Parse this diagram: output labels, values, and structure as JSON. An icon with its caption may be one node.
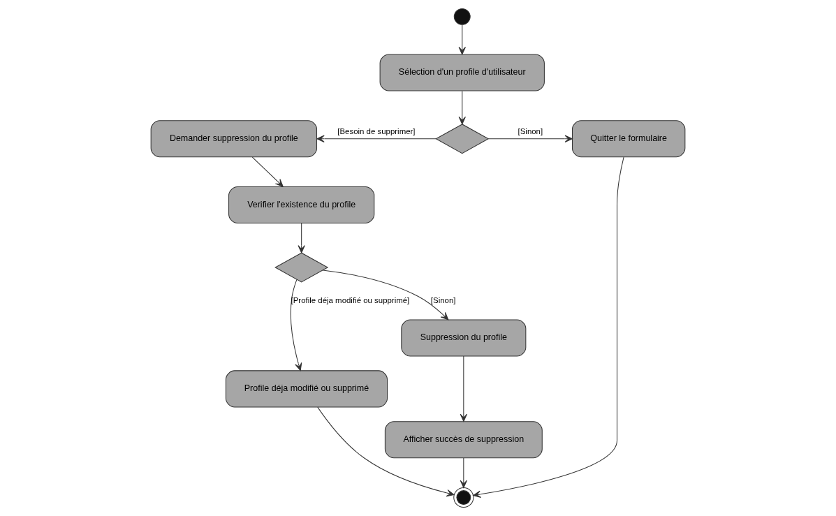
{
  "diagram": {
    "nodes": [
      {
        "text": [],
        "shape": "circle"
      },
      {
        "text": [
          "Sélection d'un profile d'utilisateur"
        ]
      },
      {
        "text": [],
        "shape": "diamond"
      },
      {
        "text": [
          "Demander suppression du profile"
        ]
      },
      {
        "text": [
          "Quitter le formulaire"
        ]
      },
      {
        "text": [
          "Verifier l'existence du profile"
        ]
      },
      {
        "text": [],
        "shape": "diamond"
      },
      {
        "text": [
          "Profile déja modifié ou supprimé"
        ]
      },
      {
        "text": [
          "Suppression du profile"
        ]
      },
      {
        "text": [
          "Afficher succès de suppression"
        ]
      },
      {
        "text": [],
        "shape": "circle"
      }
    ],
    "edges": [
      {
        "from": 0,
        "to": 1,
        "arrow": "to"
      },
      {
        "from": 1,
        "to": 2,
        "arrow": "to"
      },
      {
        "from": 2,
        "to": 3,
        "arrow": "to",
        "label": "[Besoin de supprimer]"
      },
      {
        "from": 2,
        "to": 4,
        "arrow": "to",
        "label": "[Sinon]"
      },
      {
        "from": 3,
        "to": 5,
        "arrow": "to"
      },
      {
        "from": 5,
        "to": 6,
        "arrow": "to"
      },
      {
        "from": 6,
        "to": 7,
        "arrow": "to",
        "label": "[Profile déja modifié ou supprimé]"
      },
      {
        "from": 6,
        "to": 8,
        "arrow": "to",
        "label": "[Sinon]"
      },
      {
        "from": 8,
        "to": 9,
        "arrow": "to"
      },
      {
        "from": 9,
        "to": 10,
        "arrow": "to"
      },
      {
        "from": 7,
        "to": 10,
        "arrow": "to"
      },
      {
        "from": 4,
        "to": 10,
        "arrow": "to"
      }
    ]
  }
}
